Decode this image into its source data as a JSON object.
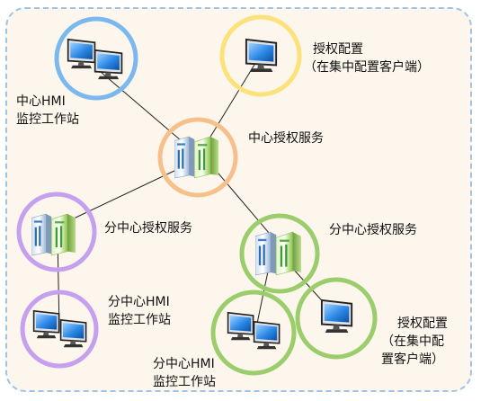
{
  "nodes": {
    "center_hmi": {
      "lines": [
        "中心HMI",
        "监控工作站"
      ]
    },
    "license_config_top": {
      "lines": [
        "授权配置",
        "（在集中配置客户端）"
      ]
    },
    "center_license_service": {
      "lines": [
        "中心授权服务"
      ]
    },
    "branch_license_service_left": {
      "lines": [
        "分中心授权服务"
      ]
    },
    "branch_license_service_right": {
      "lines": [
        "分中心授权服务"
      ]
    },
    "branch_hmi_left": {
      "lines": [
        "分中心HMI",
        "监控工作站"
      ]
    },
    "branch_hmi_bottom": {
      "lines": [
        "分中心HMI",
        "监控工作站"
      ]
    },
    "license_config_bottom": {
      "lines": [
        "授权配置",
        "（在集中配",
        "置客户端）"
      ]
    }
  },
  "colors": {
    "frame_border": "#9cc4e8",
    "frame_fill": "#fdf6ec",
    "ring_blue": "#7ab8ee",
    "ring_yellow": "#fbe27a",
    "ring_orange": "#f6c08c",
    "ring_purple": "#c4a0ee",
    "ring_green": "#9ccd6c",
    "connector": "#222222"
  },
  "icons": {
    "workstation": "dual-monitor-icon",
    "single_monitor": "monitor-icon",
    "server": "server-pair-icon"
  }
}
